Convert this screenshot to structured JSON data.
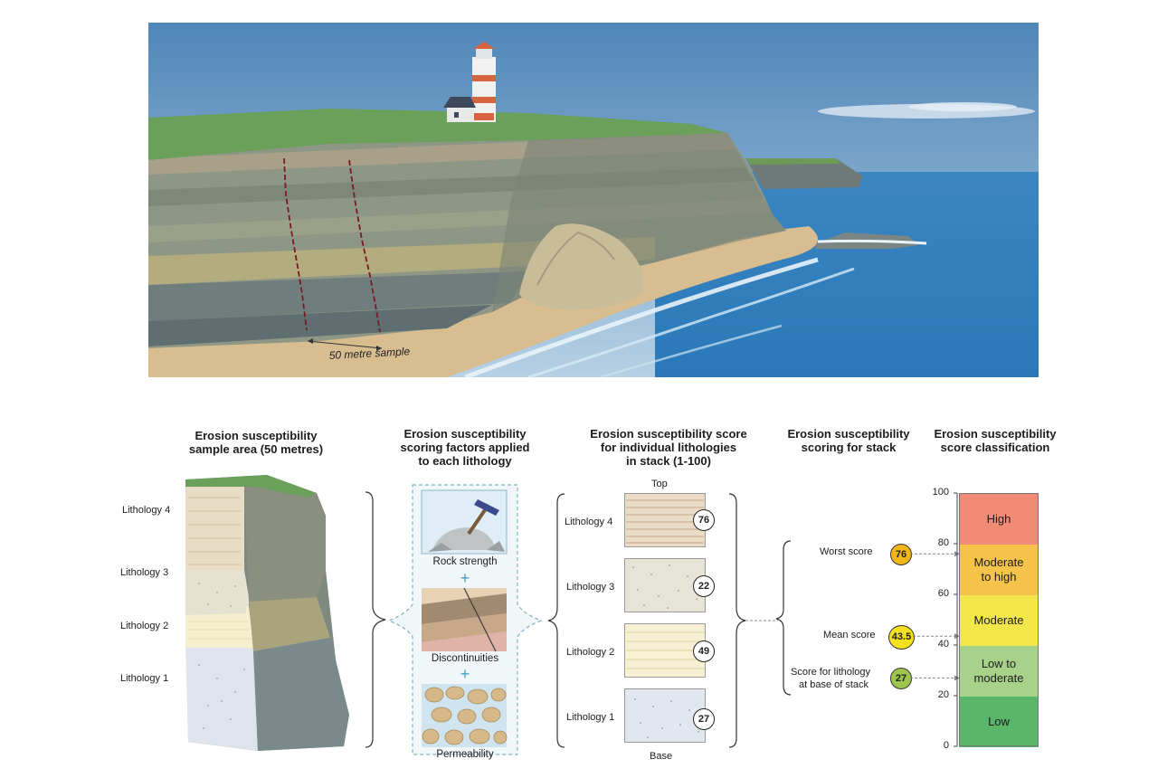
{
  "scene": {
    "sample_label": "50 metre sample"
  },
  "columns": {
    "col1": {
      "line1": "Erosion susceptibility",
      "line2": "sample area (50 metres)"
    },
    "col2": {
      "line1": "Erosion susceptibility",
      "line2": "scoring factors applied",
      "line3": "to each lithology"
    },
    "col3": {
      "line1": "Erosion susceptibility score",
      "line2": "for individual lithologies",
      "line3": "in stack (1-100)"
    },
    "col4": {
      "line1": "Erosion susceptibility",
      "line2": "scoring for stack"
    },
    "col5": {
      "line1": "Erosion susceptibility",
      "line2": "score classification"
    }
  },
  "sample_area": {
    "labels": [
      "Lithology 4",
      "Lithology 3",
      "Lithology 2",
      "Lithology 1"
    ]
  },
  "factors": {
    "rock_strength": "Rock strength",
    "discontinuities": "Discontinuities",
    "permeability": "Permeability",
    "plus": "+"
  },
  "stack": {
    "top_label": "Top",
    "base_label": "Base",
    "lithologies": [
      {
        "label": "Lithology 4",
        "score": "76"
      },
      {
        "label": "Lithology 3",
        "score": "22"
      },
      {
        "label": "Lithology 2",
        "score": "49"
      },
      {
        "label": "Lithology 1",
        "score": "27"
      }
    ]
  },
  "stack_scoring": {
    "worst": {
      "label": "Worst score",
      "value": 76,
      "display": "76",
      "color": "#f2b817"
    },
    "mean": {
      "label": "Mean score",
      "value": 43.5,
      "display": "43.5",
      "color": "#f4e01c"
    },
    "base": {
      "label_line1": "Score for lithology",
      "label_line2": "at base of stack",
      "value": 27,
      "display": "27",
      "color": "#9cc64c"
    }
  },
  "classification": {
    "ticks": [
      "0",
      "20",
      "40",
      "60",
      "80",
      "100"
    ],
    "ymin": 0,
    "ymax": 100,
    "bands": [
      {
        "label_line1": "Low",
        "label_line2": "",
        "from": 0,
        "to": 20,
        "color": "#5ab66a"
      },
      {
        "label_line1": "Low to",
        "label_line2": "moderate",
        "from": 20,
        "to": 40,
        "color": "#a8d28a"
      },
      {
        "label_line1": "Moderate",
        "label_line2": "",
        "from": 40,
        "to": 60,
        "color": "#f1e64a"
      },
      {
        "label_line1": "Moderate",
        "label_line2": "to high",
        "from": 60,
        "to": 80,
        "color": "#f6c34a"
      },
      {
        "label_line1": "High",
        "label_line2": "",
        "from": 80,
        "to": 100,
        "color": "#f08b76"
      }
    ]
  }
}
